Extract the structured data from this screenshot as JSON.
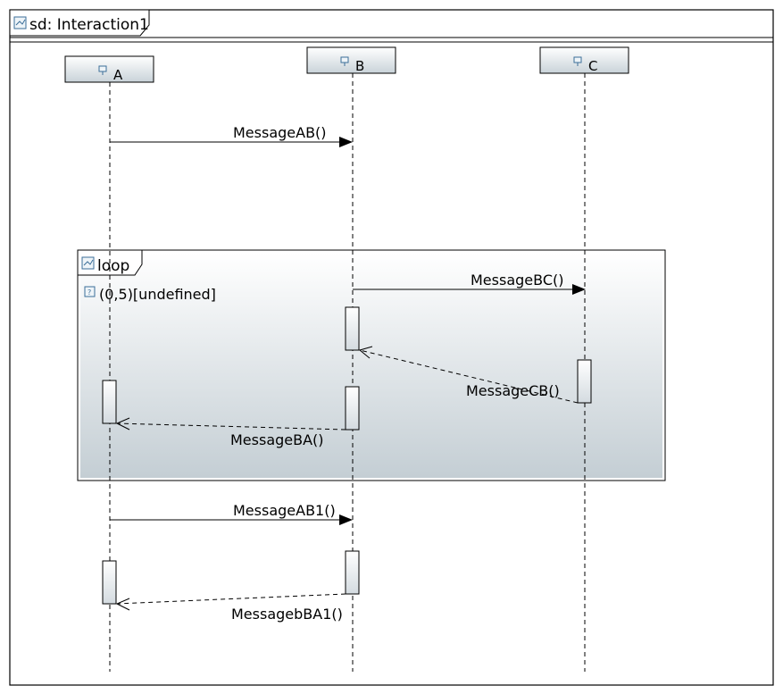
{
  "frame": {
    "title": "sd: Interaction1"
  },
  "lifelines": [
    {
      "id": "a",
      "name": "A"
    },
    {
      "id": "b",
      "name": "B"
    },
    {
      "id": "c",
      "name": "C"
    }
  ],
  "fragment": {
    "operator": "loop",
    "guard": "(0,5)[undefined]"
  },
  "messages": [
    {
      "id": "ab",
      "label": "MessageAB()",
      "kind": "sync"
    },
    {
      "id": "bc",
      "label": "MessageBC()",
      "kind": "sync"
    },
    {
      "id": "cb",
      "label": "MessageCB()",
      "kind": "reply"
    },
    {
      "id": "ba",
      "label": "MessageBA()",
      "kind": "reply"
    },
    {
      "id": "ab1",
      "label": "MessageAB1()",
      "kind": "sync"
    },
    {
      "id": "bba1",
      "label": "MessagebBA1()",
      "kind": "reply"
    }
  ],
  "colors": {
    "lifeline_head_top": "#ffffff",
    "lifeline_head_bottom": "#c9d3d9",
    "fragment_top": "#ffffff",
    "fragment_bottom": "#c4ced4",
    "stroke": "#000000"
  }
}
